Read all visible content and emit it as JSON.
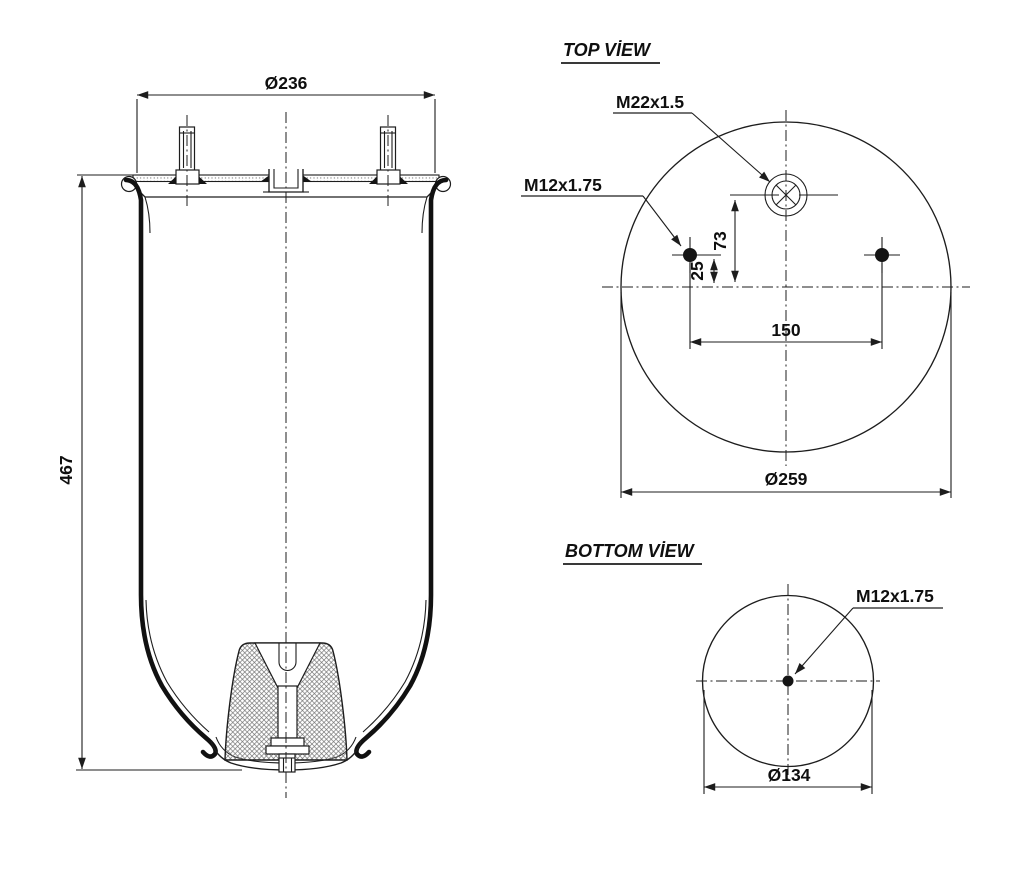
{
  "drawing": {
    "background": "#ffffff",
    "line_color": "#1d1d1d",
    "text_color": "#0f0f0f"
  },
  "side_view": {
    "dim_top_diameter": "Ø236",
    "dim_overall_height": "467"
  },
  "top_view": {
    "title": "TOP VİEW",
    "label_air_port": "M22x1.5",
    "label_mounting_stud": "M12x1.75",
    "dim_port_offset": "73",
    "dim_stud_offset": "25",
    "dim_stud_spacing": "150",
    "dim_plate_diameter": "Ø259"
  },
  "bottom_view": {
    "title": "BOTTOM VİEW",
    "label_mounting_stud": "M12x1.75",
    "dim_piston_diameter": "Ø134"
  }
}
